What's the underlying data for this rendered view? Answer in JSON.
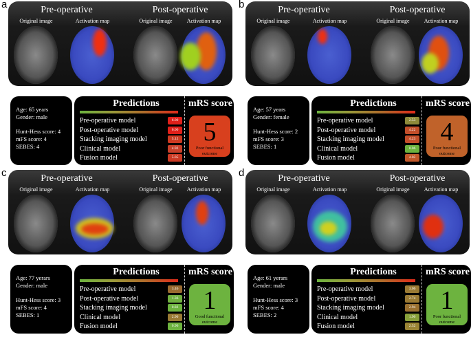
{
  "common": {
    "pre_label": "Pre-operative",
    "post_label": "Post-operative",
    "original_label": "Original image",
    "activation_label": "Activation map",
    "predictions_label": "Predictions",
    "mrs_label": "mRS score",
    "models": [
      "Pre-operative model",
      "Post-operative model",
      "Stacking imaging model",
      "Clinical model",
      "Fusion model"
    ]
  },
  "panels": [
    {
      "letter": "a",
      "patient": [
        "Age: 65 years",
        "Gender: male",
        "Hunt-Hess score: 4",
        "mFS score: 4",
        "SEBES: 4"
      ],
      "values": [
        "6.00",
        "6.00",
        "5.12",
        "4.92",
        "5.05"
      ],
      "value_colors": [
        "#e0201a",
        "#e0201a",
        "#cc3a22",
        "#c8402a",
        "#cc3a24"
      ],
      "mrs": "5",
      "mrs_color": "#d8401e",
      "outcome": "Poor functional outcome"
    },
    {
      "letter": "b",
      "patient": [
        "Age: 57 years",
        "Gender: female",
        "Hunt-Hess score: 2",
        "mFS score: 3",
        "SEBES: 1"
      ],
      "values": [
        "2.53",
        "4.22",
        "4.23",
        "0.06",
        "4.02"
      ],
      "value_colors": [
        "#8e8a3a",
        "#c24e2a",
        "#c24e2a",
        "#6db33f",
        "#c2582a"
      ],
      "mrs": "4",
      "mrs_color": "#c0622a",
      "outcome": "Poor functional outcome"
    },
    {
      "letter": "c",
      "patient": [
        "Age: 77 yerars",
        "Gender: male",
        "Hunt-Hess score: 3",
        "mFS score: 4",
        "SEBES: 1"
      ],
      "values": [
        "3.46",
        "1.36",
        "0.82",
        "2.90",
        "0.96"
      ],
      "value_colors": [
        "#9a6a30",
        "#70b040",
        "#6db33f",
        "#9a7a34",
        "#6db33f"
      ],
      "mrs": "1",
      "mrs_color": "#6db33f",
      "outcome": "Good functional outcome"
    },
    {
      "letter": "d",
      "patient": [
        "Age: 61 yerars",
        "Gender: male",
        "Hunt-Hess score: 3",
        "mFS score: 4",
        "SEBES: 2"
      ],
      "values": [
        "3.06",
        "2.74",
        "2.94",
        "1.90",
        "2.52"
      ],
      "value_colors": [
        "#9a7a34",
        "#9a7a34",
        "#9a7030",
        "#88a03a",
        "#9a8434"
      ],
      "mrs": "1",
      "mrs_color": "#6db33f",
      "outcome": "Poor functional outcome"
    }
  ]
}
